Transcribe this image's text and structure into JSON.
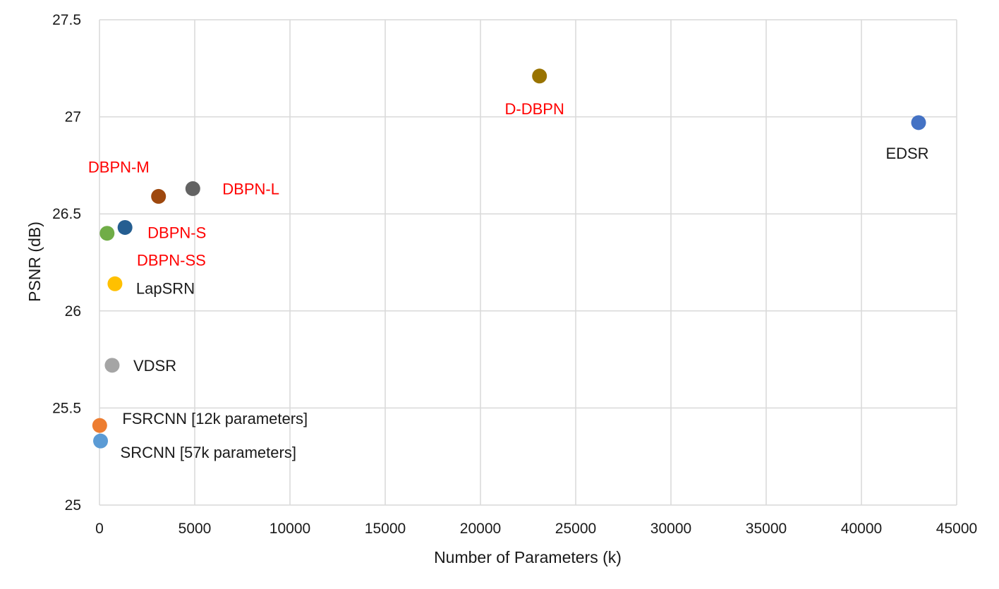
{
  "chart_data": {
    "type": "scatter",
    "title": "",
    "xlabel": "Number of Parameters (k)",
    "ylabel": "PSNR (dB)",
    "xlim": [
      0,
      45000
    ],
    "ylim": [
      25,
      27.5
    ],
    "x_ticks": [
      "0",
      "5000",
      "10000",
      "15000",
      "20000",
      "25000",
      "30000",
      "35000",
      "40000",
      "45000"
    ],
    "y_ticks": [
      "25",
      "25.5",
      "26",
      "26.5",
      "27",
      "27.5"
    ],
    "grid": true,
    "legend": "none",
    "points": [
      {
        "label": "SRCNN [57k parameters]",
        "x": 57,
        "y": 25.33,
        "color": "#5b9bd5",
        "label_color": "#1a1a1a",
        "label_pos": "right"
      },
      {
        "label": "FSRCNN [12k parameters]",
        "x": 12,
        "y": 25.41,
        "color": "#ed7d31",
        "label_color": "#1a1a1a",
        "label_pos": "right"
      },
      {
        "label": "VDSR",
        "x": 665,
        "y": 25.72,
        "color": "#a5a5a5",
        "label_color": "#1a1a1a",
        "label_pos": "right"
      },
      {
        "label": "LapSRN",
        "x": 812,
        "y": 26.14,
        "color": "#ffc000",
        "label_color": "#1a1a1a",
        "label_pos": "right"
      },
      {
        "label": "DBPN-SS",
        "x": 400,
        "y": 26.4,
        "color": "#70ad47",
        "label_color": "#ff0000",
        "label_pos": "below-right"
      },
      {
        "label": "DBPN-S",
        "x": 1340,
        "y": 26.43,
        "color": "#255e91",
        "label_color": "#ff0000",
        "label_pos": "below-right"
      },
      {
        "label": "DBPN-M",
        "x": 3100,
        "y": 26.59,
        "color": "#9e480e",
        "label_color": "#ff0000",
        "label_pos": "above-left"
      },
      {
        "label": "DBPN-L",
        "x": 4900,
        "y": 26.63,
        "color": "#636363",
        "label_color": "#ff0000",
        "label_pos": "right"
      },
      {
        "label": "D-DBPN",
        "x": 23100,
        "y": 27.21,
        "color": "#997300",
        "label_color": "#ff0000",
        "label_pos": "below"
      },
      {
        "label": "EDSR",
        "x": 43000,
        "y": 26.97,
        "color": "#4472c4",
        "label_color": "#1a1a1a",
        "label_pos": "below"
      }
    ]
  }
}
